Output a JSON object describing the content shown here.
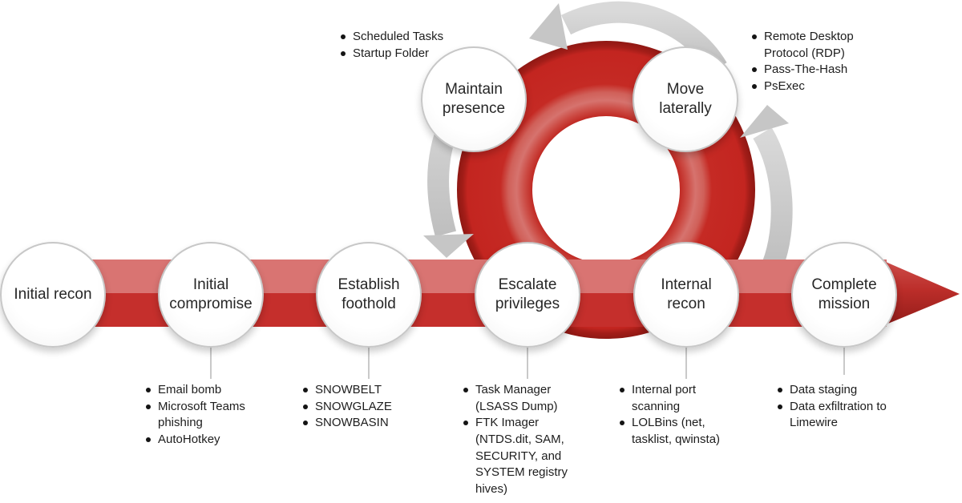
{
  "stages": {
    "loop": [
      {
        "label": "Maintain presence"
      },
      {
        "label": "Move laterally"
      }
    ],
    "main": [
      {
        "label": "Initial recon"
      },
      {
        "label": "Initial compromise"
      },
      {
        "label": "Establish foothold"
      },
      {
        "label": "Escalate privileges"
      },
      {
        "label": "Internal recon"
      },
      {
        "label": "Complete mission"
      }
    ]
  },
  "annotations": {
    "maintain_presence": {
      "items": [
        "Scheduled Tasks",
        "Startup Folder"
      ]
    },
    "move_laterally": {
      "items": [
        "Remote Desktop Protocol (RDP)",
        "Pass-The-Hash",
        "PsExec"
      ]
    },
    "initial_compromise": {
      "items": [
        "Email bomb",
        "Microsoft Teams phishing",
        "AutoHotkey"
      ]
    },
    "establish_foothold": {
      "items": [
        "SNOWBELT",
        "SNOWGLAZE",
        "SNOWBASIN"
      ]
    },
    "escalate_privileges": {
      "items": [
        "Task Manager (LSASS Dump)",
        "FTK Imager (NTDS.dit, SAM, SECURITY, and SYSTEM registry hives)"
      ]
    },
    "internal_recon": {
      "items": [
        "Internal port scanning",
        "LOLBins (net, tasklist, qwinsta)"
      ]
    },
    "complete_mission": {
      "items": [
        "Data staging",
        "Data exfiltration to Limewire"
      ]
    }
  },
  "colors": {
    "band_light": "#d97472",
    "band_dark": "#c52f2c",
    "ring_red": "#c42823",
    "ring_dark_rim": "#8f1813",
    "ring_highlight": "#d6736e",
    "arrow_gray": "#c8c8c8",
    "circle_border": "#c7c7c7",
    "text": "#272727"
  }
}
